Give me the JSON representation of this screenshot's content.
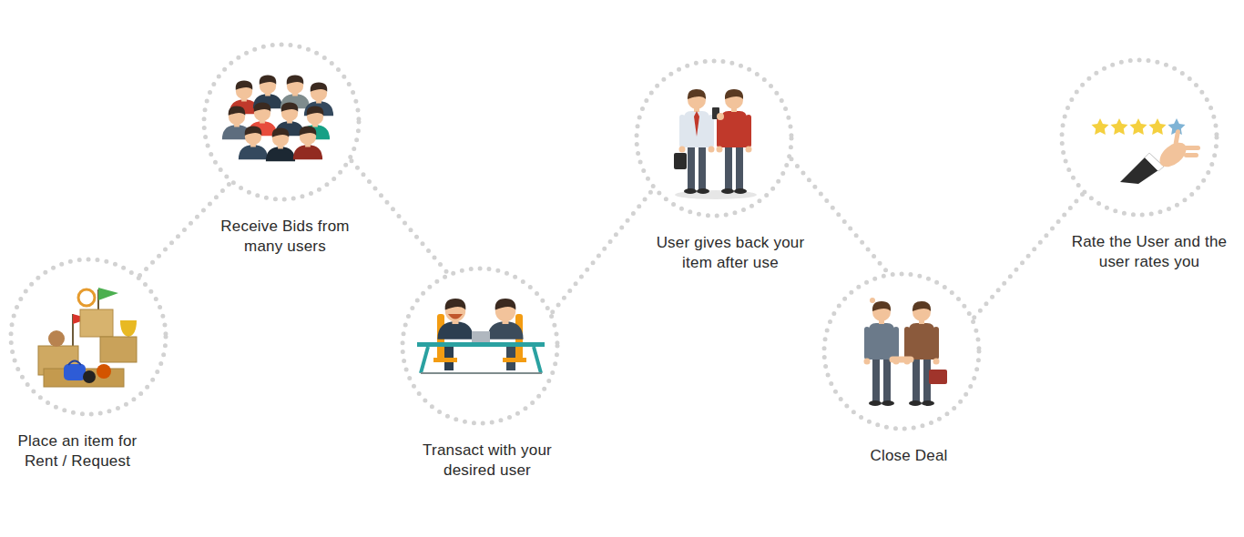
{
  "diagram": {
    "nodes": [
      {
        "text": [
          "Place an item for Rent / Request"
        ]
      },
      {
        "text": [
          "Receive Bids from many users"
        ]
      },
      {
        "text": [
          "Transact with your desired user"
        ]
      },
      {
        "text": [
          "User gives back your item after use"
        ]
      },
      {
        "text": [
          "Close Deal"
        ]
      },
      {
        "text": [
          "Rate the User and the user rates you"
        ]
      }
    ],
    "edges": [
      {
        "from": 0,
        "to": 1,
        "arrow": "none"
      },
      {
        "from": 1,
        "to": 2,
        "arrow": "none"
      },
      {
        "from": 2,
        "to": 3,
        "arrow": "none"
      },
      {
        "from": 3,
        "to": 4,
        "arrow": "none"
      },
      {
        "from": 4,
        "to": 5,
        "arrow": "none"
      }
    ]
  }
}
